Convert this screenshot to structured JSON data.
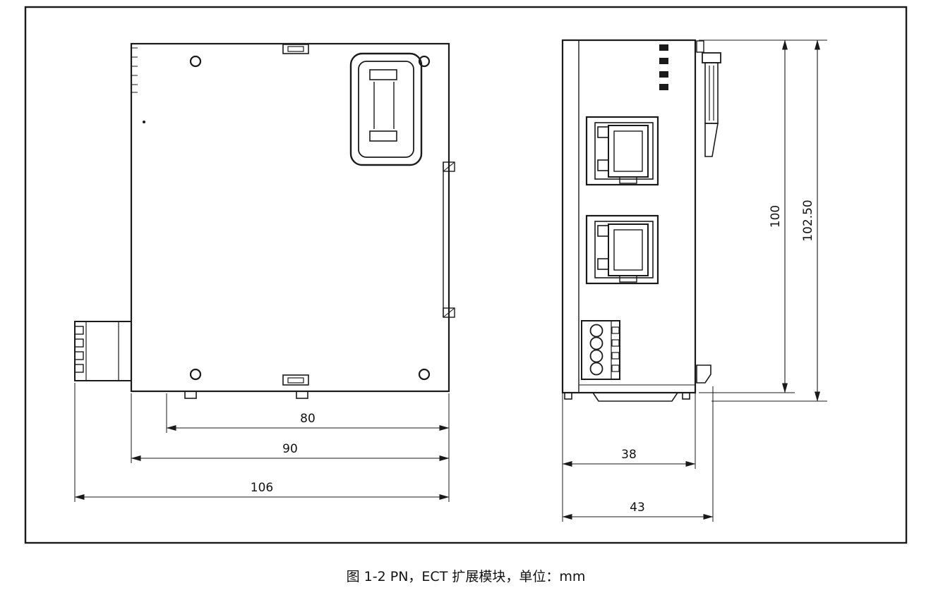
{
  "caption": "图 1-2 PN，ECT 扩展模块，单位：mm",
  "dimensions": {
    "side_view": {
      "mount_width": "80",
      "body_width": "90",
      "overall_depth": "106"
    },
    "front_view": {
      "body_width": "38",
      "overall_width": "43",
      "body_height": "100",
      "overall_height": "102.50"
    }
  }
}
